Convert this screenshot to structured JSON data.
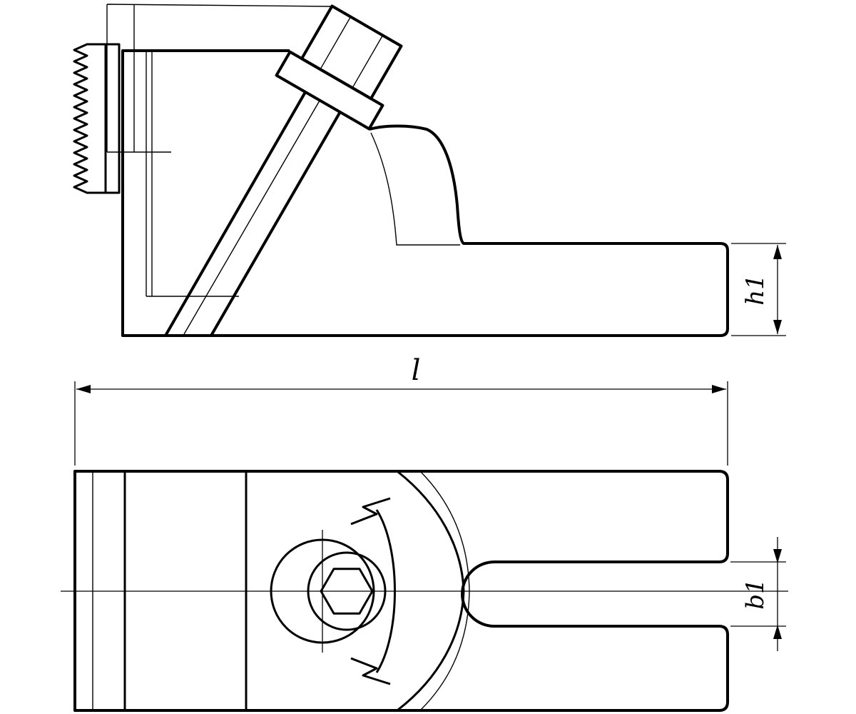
{
  "colors": {
    "line": "#000000",
    "background": "#ffffff"
  },
  "drawing": {
    "kind": "technical-drawing",
    "subject": "step clamp with angled clamping screw and serrated edge",
    "views": {
      "side_view": {
        "name": "side-elevation-view"
      },
      "plan_view": {
        "name": "plan-view"
      }
    },
    "dimensions": {
      "h1": {
        "label": "h1",
        "view": "side_view",
        "meaning": "height of clamp arm"
      },
      "l": {
        "label": "l",
        "view": "plan_view",
        "meaning": "overall length"
      },
      "b1": {
        "label": "b1",
        "view": "plan_view",
        "meaning": "slot width"
      }
    }
  }
}
